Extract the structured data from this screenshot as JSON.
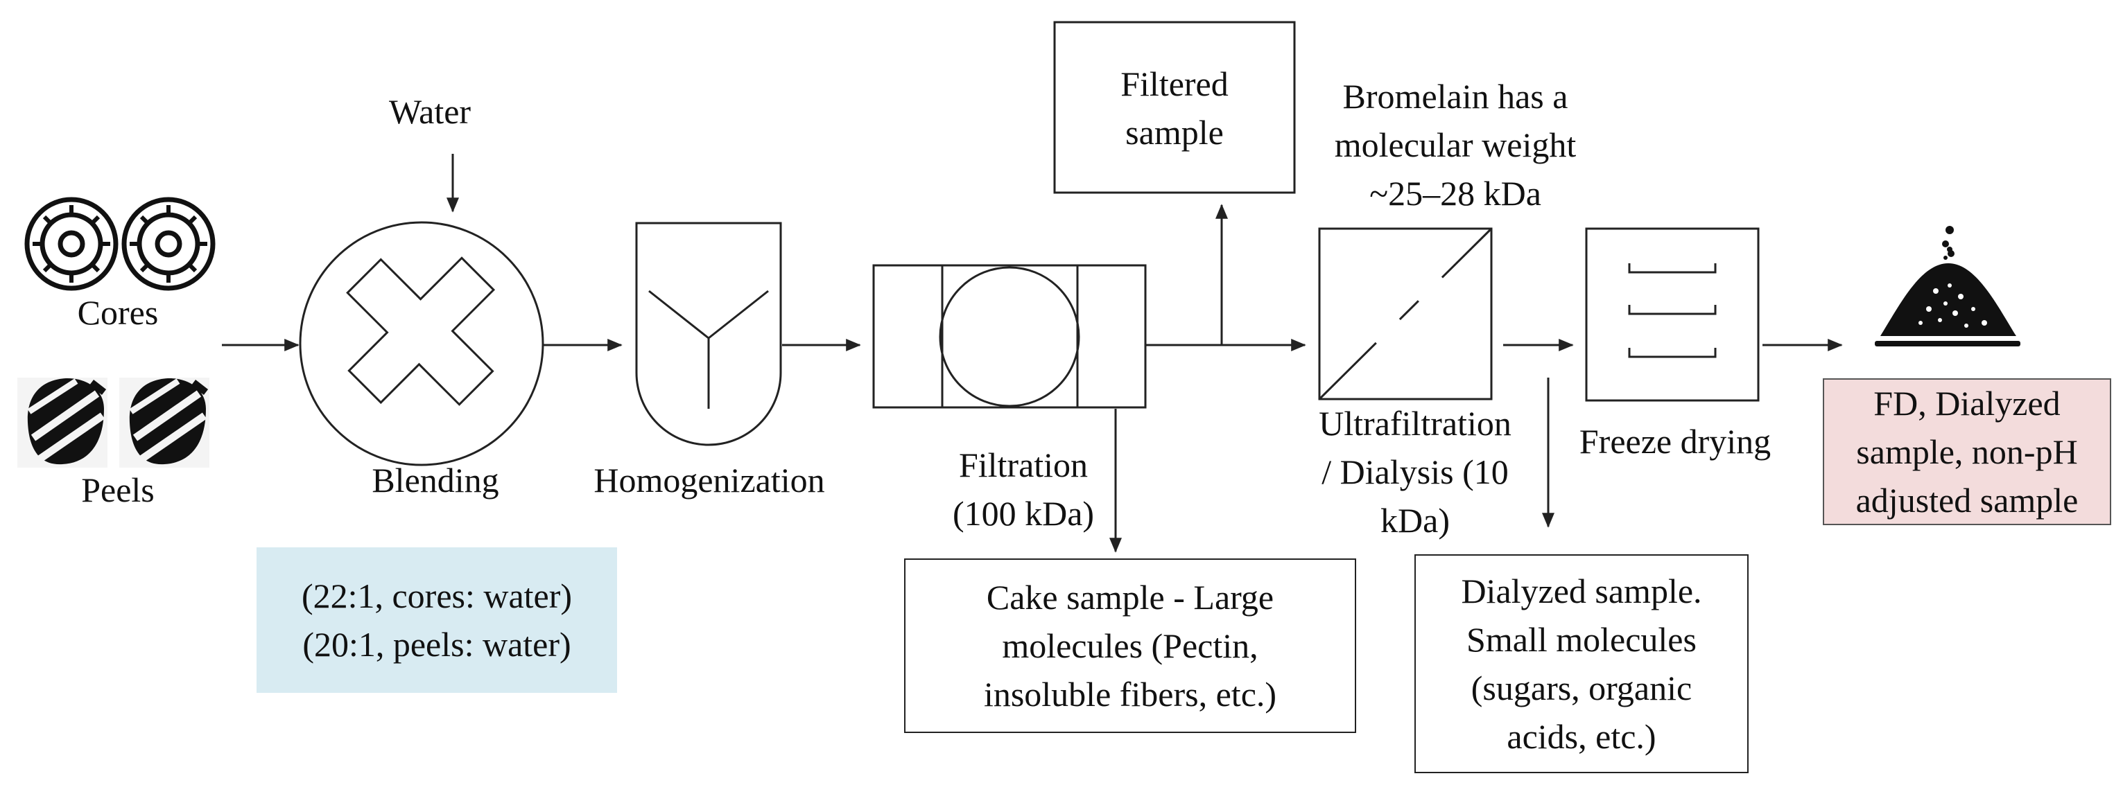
{
  "labels": {
    "water": "Water",
    "cores": "Cores",
    "peels": "Peels",
    "blending": "Blending",
    "homogenization": "Homogenization",
    "filtration": "Filtration\n(100 kDa)",
    "filtered_sample": "Filtered\nsample",
    "bromelain_note": "Bromelain has a\nmolecular weight\n~25–28 kDa",
    "ultrafiltration": "Ultrafiltration\n/ Dialysis (10\nkDa)",
    "freeze_drying": "Freeze drying",
    "output": "FD, Dialyzed\nsample, non-pH\nadjusted sample",
    "ratios": "(22:1, cores: water)\n(20:1, peels: water)",
    "cake_sample": "Cake sample - Large\nmolecules (Pectin,\ninsoluble fibers, etc.)",
    "dialyzed_sample": "Dialyzed sample.\nSmall molecules\n(sugars, organic\nacids, etc.)"
  },
  "colors": {
    "ratio_box_fill": "#d8ebf2",
    "output_box_fill": "#f3dcdc",
    "line": "#222222"
  },
  "icons": {
    "cores": "pineapple-core-slice-icon",
    "peels": "pineapple-peel-icon",
    "product": "powder-pile-icon"
  }
}
